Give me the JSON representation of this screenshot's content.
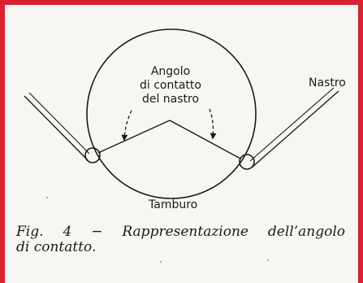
{
  "labels": {
    "angle_line1": "Angolo",
    "angle_line2": "di contatto",
    "angle_line3": "del nastro",
    "tape": "Nastro",
    "drum": "Tamburo"
  },
  "caption": {
    "line1": "Fig. 4 − Rappresentazione dell’angolo",
    "line2": "di contatto."
  },
  "colors": {
    "frame": "#d8212f",
    "ink": "#1a1a1a",
    "paper": "#f7f6f2"
  }
}
